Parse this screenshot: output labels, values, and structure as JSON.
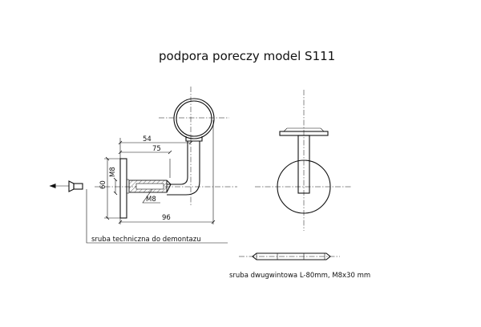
{
  "title": "podpora poreczy model S111",
  "dimensions": {
    "d54": "54",
    "d75": "75",
    "d96": "96",
    "d60": "60",
    "m8_vertical": "M8",
    "m8_thread": "M8"
  },
  "labels": {
    "removal_screw": "sruba techniczna do demontazu",
    "double_screw": "sruba dwugwintowa L-80mm, M8x30 mm"
  },
  "colors": {
    "line": "#111111",
    "background": "#ffffff"
  }
}
